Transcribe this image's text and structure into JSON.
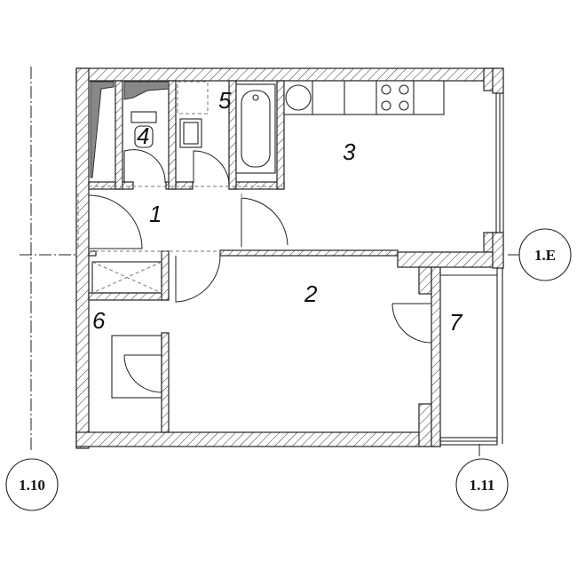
{
  "rooms": {
    "r1": "1",
    "r2": "2",
    "r3": "3",
    "r4": "4",
    "r5": "5",
    "r6": "6",
    "r7": "7"
  },
  "axes": {
    "a110": "1.10",
    "a111": "1.11",
    "a1e": "1.E"
  }
}
